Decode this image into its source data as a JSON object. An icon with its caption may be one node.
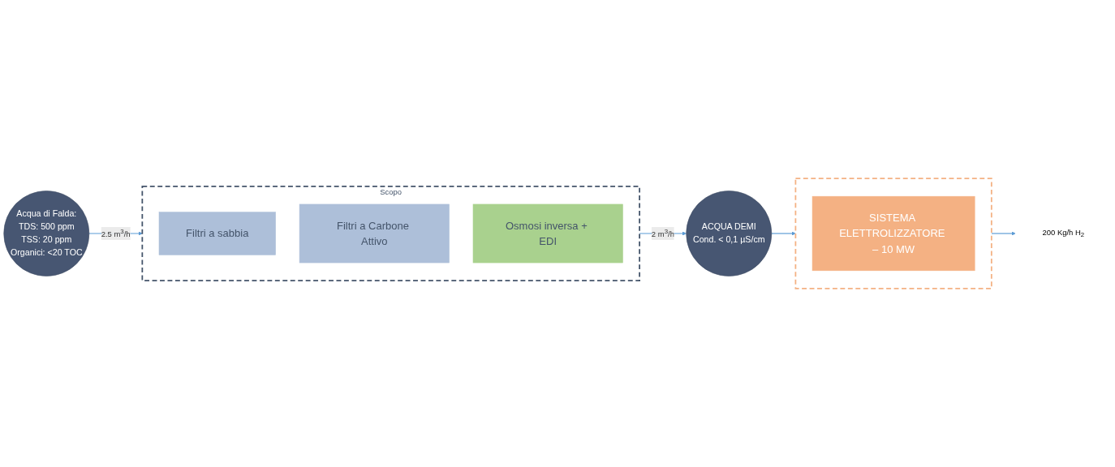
{
  "diagram": {
    "nodes": [
      {
        "text": [
          "Acqua di Falda:",
          "TDS: 500 ppm",
          "TSS: 20 ppm",
          "Organici: <20 TOC"
        ]
      },
      {
        "text": [
          "Scopo"
        ]
      },
      {
        "text": [
          "Filtri a sabbia"
        ],
        "in": 1
      },
      {
        "text": [
          "Filtri a Carbone Attivo"
        ],
        "in": 1
      },
      {
        "text": [
          "Osmosi inversa + EDI"
        ],
        "in": 1
      },
      {
        "text": [
          "ACQUA DEMI",
          "Cond. < 0,1 µS/cm"
        ]
      },
      {
        "text": [],
        "shape": "box"
      },
      {
        "text": [
          "SISTEMA ELETTROLIZZATORE – 10 MW"
        ],
        "in": 6
      },
      {
        "text": [
          "200 Kg/h H$_{2}$"
        ]
      }
    ],
    "edges": [
      {
        "from": 0,
        "to": 1,
        "arrow": "to",
        "label": "2.5 m$^{3}$/h"
      },
      {
        "from": 1,
        "to": 5,
        "arrow": "to",
        "label": "2 m$^{3}$/h"
      },
      {
        "from": 5,
        "to": 6,
        "arrow": "to"
      },
      {
        "from": 6,
        "to": 8,
        "arrow": "to"
      }
    ]
  }
}
